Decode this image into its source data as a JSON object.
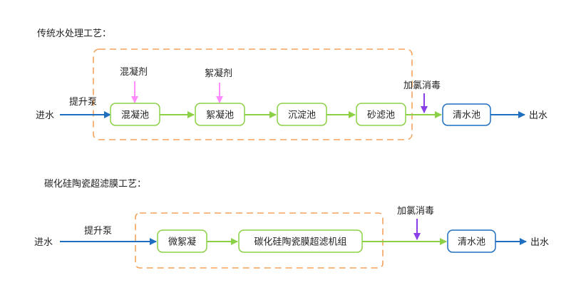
{
  "colors": {
    "green": "#8cd046",
    "blue": "#1f6fc0",
    "pink": "#ff8cff",
    "purple": "#8a3ee8",
    "orange": "#f5a25a",
    "text": "#222222"
  },
  "top": {
    "title": "传统水处理工艺：",
    "inlet": "进水",
    "pump": "提升泵",
    "outlet": "出水",
    "chlorine": "加氯消毒",
    "coagulant": "混凝剂",
    "flocculant": "絮凝剂",
    "nodes": {
      "coag": "混凝池",
      "floc": "絮凝池",
      "sed": "沉淀池",
      "sand": "砂滤池",
      "clear": "清水池"
    }
  },
  "bottom": {
    "title": "碳化硅陶瓷超滤膜工艺：",
    "inlet": "进水",
    "pump": "提升泵",
    "outlet": "出水",
    "chlorine": "加氯消毒",
    "nodes": {
      "micro": "微絮凝",
      "sic": "碳化硅陶瓷膜超滤机组",
      "clear": "清水池"
    }
  }
}
